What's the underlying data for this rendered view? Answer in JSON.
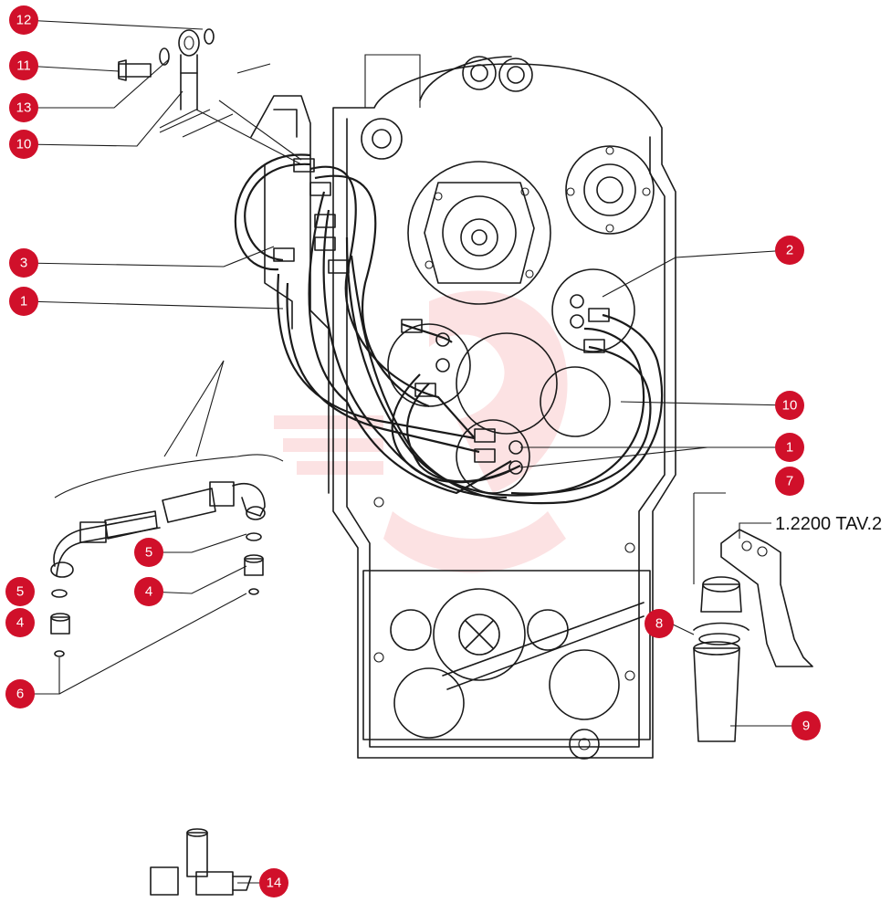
{
  "diagram": {
    "reference_label": "1.2200 TAV.2",
    "colors": {
      "callout": "#d0102a",
      "line": "#1a1a1a",
      "watermark": "#e8343b"
    },
    "callouts": [
      "12",
      "11",
      "13",
      "10",
      "3",
      "1",
      "2",
      "10",
      "1",
      "7",
      "5",
      "5",
      "4",
      "4",
      "6",
      "8",
      "9",
      "14"
    ]
  }
}
